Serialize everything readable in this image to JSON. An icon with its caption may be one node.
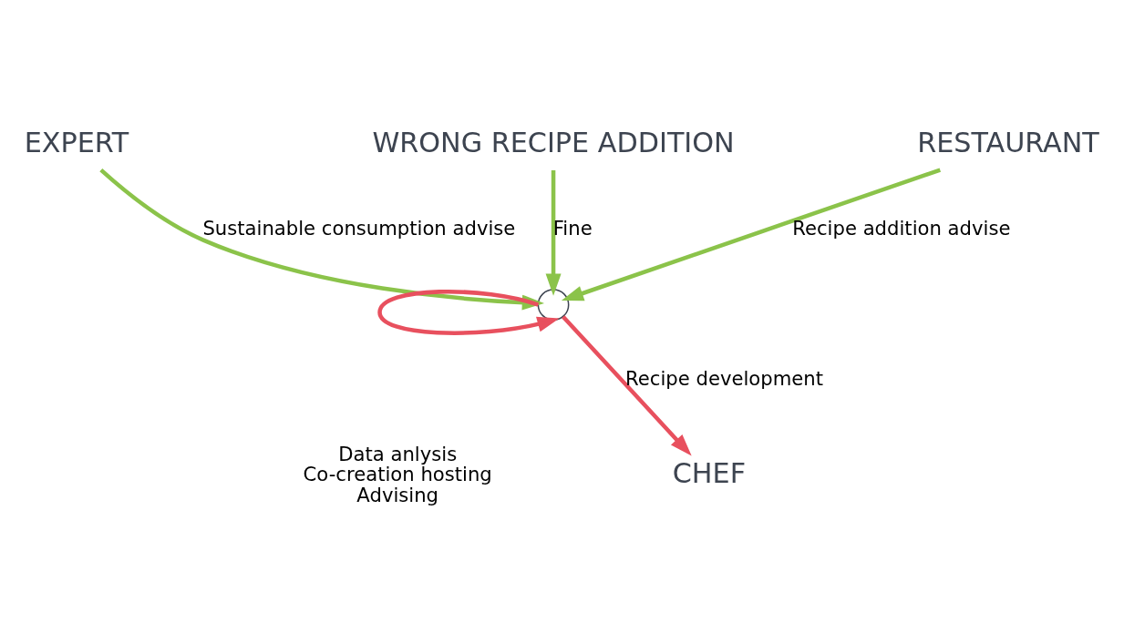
{
  "diagram": {
    "nodes": [
      {
        "text": [
          "EXPERT"
        ]
      },
      {
        "text": [
          "WRONG RECIPE ADDITION"
        ]
      },
      {
        "text": [
          "RESTAURANT"
        ]
      },
      {
        "text": [],
        "shape": "circle",
        "beside": [
          "Data anlysis",
          "Co-creation hosting",
          "Advising"
        ]
      },
      {
        "text": [
          "CHEF"
        ]
      }
    ],
    "edges": [
      {
        "from": 0,
        "to": 3,
        "arrow": "to",
        "label": "Sustainable consumption advise"
      },
      {
        "from": 1,
        "to": 3,
        "arrow": "to",
        "label": "Fine"
      },
      {
        "from": 2,
        "to": 3,
        "arrow": "to",
        "label": "Recipe addition advise"
      },
      {
        "from": 3,
        "to": 4,
        "arrow": "to",
        "label": "Recipe development",
        "color": "#e8505e"
      },
      {
        "from": 3,
        "to": 3,
        "arrow": "to",
        "color": "#e8505e"
      }
    ]
  }
}
